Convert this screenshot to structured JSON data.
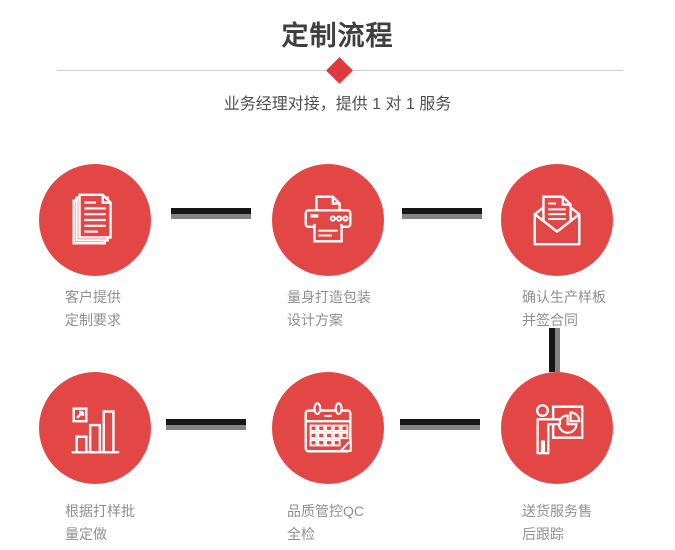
{
  "header": {
    "title": "定制流程",
    "subtitle": "业务经理对接，提供 1 对 1 服务"
  },
  "steps": [
    {
      "icon": "documents-icon",
      "line1": "客户提供",
      "line2": "定制要求"
    },
    {
      "icon": "printer-icon",
      "line1": "量身打造包装",
      "line2": "设计方案"
    },
    {
      "icon": "envelope-icon",
      "line1": "确认生产样板",
      "line2": "并签合同"
    },
    {
      "icon": "bar-chart-icon",
      "line1": "根据打样批",
      "line2": "量定做"
    },
    {
      "icon": "calendar-icon",
      "line1": "品质管控QC",
      "line2": "全检"
    },
    {
      "icon": "presentation-icon",
      "line1": "送货服务售",
      "line2": "后跟踪"
    }
  ],
  "colors": {
    "red": "#e24745",
    "diamond_red": "#df383e",
    "title": "#3f3f3f",
    "subtitle": "#4f4f4f",
    "label": "#8f8f8f",
    "divider": "#cfcfcf",
    "connector_dark": "#161616",
    "connector_gray": "#838383"
  }
}
